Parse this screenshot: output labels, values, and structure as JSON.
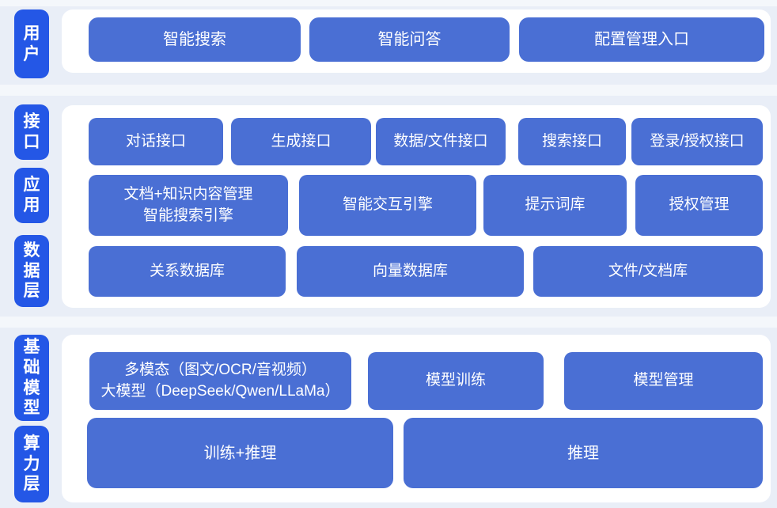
{
  "colors": {
    "page_bg": "#f4f7fb",
    "band_bg": "#e9eef7",
    "panel_bg": "#ffffff",
    "layer_label_bg": "#2457e6",
    "button_bg": "#4a6fd4",
    "text_on_blue": "#ffffff"
  },
  "layers": {
    "user": "用户",
    "interface": "接口",
    "application": "应用",
    "data_layer": "数据层",
    "foundation_model": "基础模型",
    "compute_layer": "算力层"
  },
  "bands": [
    {
      "name": "user",
      "rows": [
        {
          "buttons": [
            {
              "label": "智能搜索"
            },
            {
              "label": "智能问答"
            },
            {
              "label": "配置管理入口"
            }
          ]
        }
      ]
    },
    {
      "name": "interface-application-data",
      "rows": [
        {
          "buttons": [
            {
              "label": "对话接口"
            },
            {
              "label": "生成接口"
            },
            {
              "label": "数据/文件接口"
            },
            {
              "label": "搜索接口"
            },
            {
              "label": "登录/授权接口"
            }
          ]
        },
        {
          "buttons": [
            {
              "lines": [
                "文档+知识内容管理",
                "智能搜索引擎"
              ]
            },
            {
              "label": "智能交互引擎"
            },
            {
              "label": "提示词库"
            },
            {
              "label": "授权管理"
            }
          ]
        },
        {
          "buttons": [
            {
              "label": "关系数据库"
            },
            {
              "label": "向量数据库"
            },
            {
              "label": "文件/文档库"
            }
          ]
        }
      ]
    },
    {
      "name": "foundation-model-compute",
      "rows": [
        {
          "buttons": [
            {
              "lines": [
                "多模态（图文/OCR/音视频）",
                "大模型（DeepSeek/Qwen/LLaMa）"
              ]
            },
            {
              "label": "模型训练"
            },
            {
              "label": "模型管理"
            }
          ]
        },
        {
          "buttons": [
            {
              "label": "训练+推理"
            },
            {
              "label": "推理"
            }
          ]
        }
      ]
    }
  ]
}
